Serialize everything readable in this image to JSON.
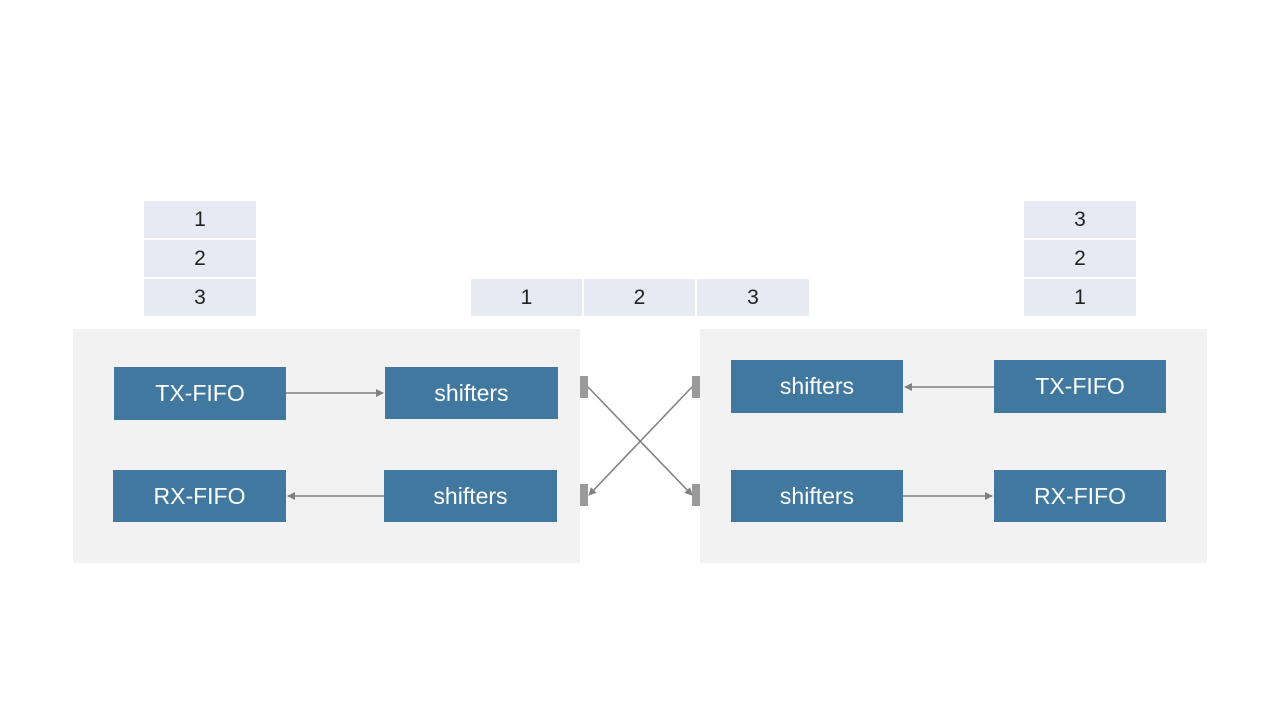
{
  "left_device": {
    "tx_fifo": "TX-FIFO",
    "rx_fifo": "RX-FIFO",
    "tx_shifters": "shifters",
    "rx_shifters": "shifters",
    "queue": [
      "1",
      "2",
      "3"
    ]
  },
  "right_device": {
    "tx_fifo": "TX-FIFO",
    "rx_fifo": "RX-FIFO",
    "tx_shifters": "shifters",
    "rx_shifters": "shifters",
    "queue": [
      "3",
      "2",
      "1"
    ]
  },
  "wire_buffer": [
    "1",
    "2",
    "3"
  ],
  "colors": {
    "block": "#41789f",
    "cell": "#e7eaf2",
    "panel": "#f2f2f2",
    "arrow": "#808080",
    "port": "#9a9a9a"
  }
}
